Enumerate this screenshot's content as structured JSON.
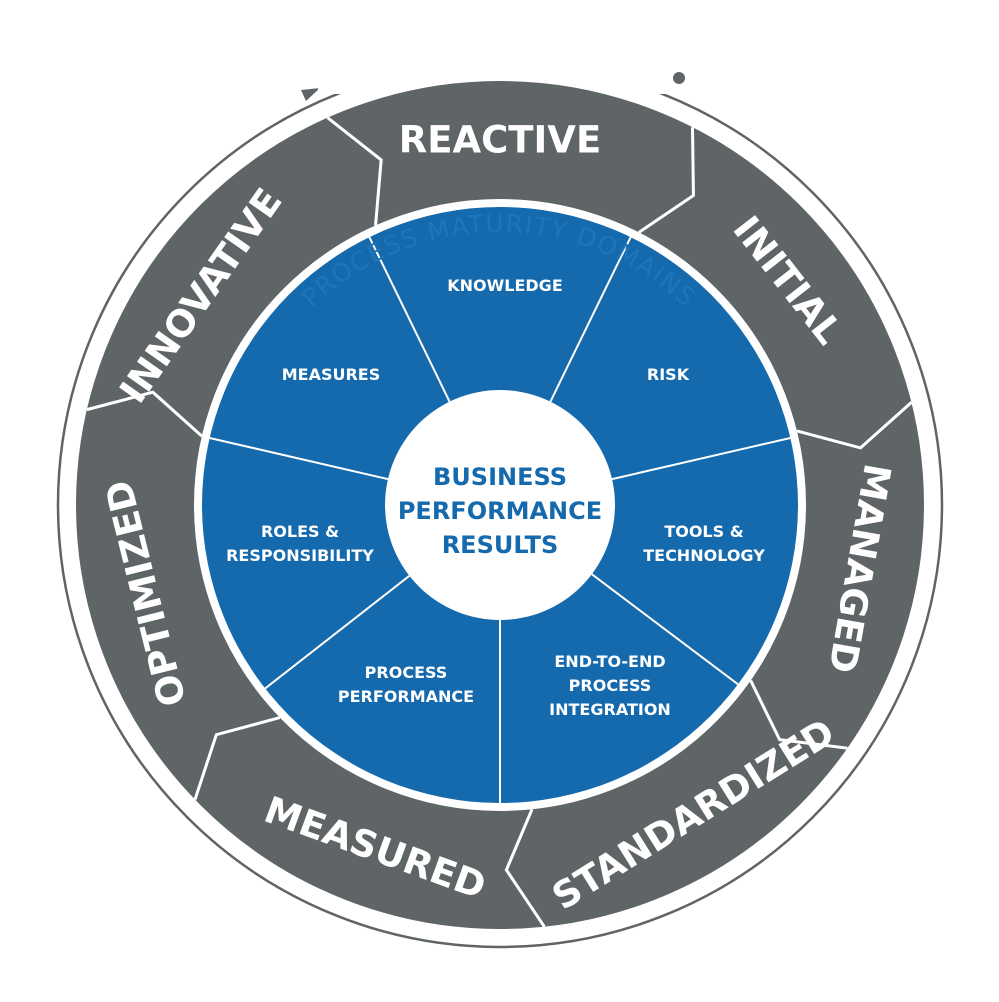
{
  "outer_title": "MATURITY LEVELS",
  "domains_title": "PROCESS MATURITY DOMAINS",
  "maturity_levels": [
    {
      "id": "reactive",
      "label": "REACTIVE"
    },
    {
      "id": "initial",
      "label": "INITIAL"
    },
    {
      "id": "managed",
      "label": "MANAGED"
    },
    {
      "id": "standardized",
      "label": "STANDARDIZED"
    },
    {
      "id": "measured",
      "label": "MEASURED"
    },
    {
      "id": "optimized",
      "label": "OPTIMIZED"
    },
    {
      "id": "innovative",
      "label": "INNOVATIVE"
    }
  ],
  "domains": [
    {
      "id": "knowledge",
      "lines": [
        "KNOWLEDGE"
      ]
    },
    {
      "id": "risk",
      "lines": [
        "RISK"
      ]
    },
    {
      "id": "tools-technology",
      "lines": [
        "TOOLS &",
        "TECHNOLOGY"
      ]
    },
    {
      "id": "end-to-end",
      "lines": [
        "END-TO-END",
        "PROCESS",
        "INTEGRATION"
      ]
    },
    {
      "id": "process-performance",
      "lines": [
        "PROCESS",
        "PERFORMANCE"
      ]
    },
    {
      "id": "roles-responsibility",
      "lines": [
        "ROLES &",
        "RESPONSIBILITY"
      ]
    },
    {
      "id": "measures",
      "lines": [
        "MEASURES"
      ]
    }
  ],
  "center": {
    "lines": [
      "BUSINESS",
      "PERFORMANCE",
      "RESULTS"
    ]
  },
  "colors": {
    "ring_gray": "#5f6566",
    "domain_blue": "#1569ad",
    "title_blue": "#1d76b9",
    "white": "#ffffff"
  }
}
